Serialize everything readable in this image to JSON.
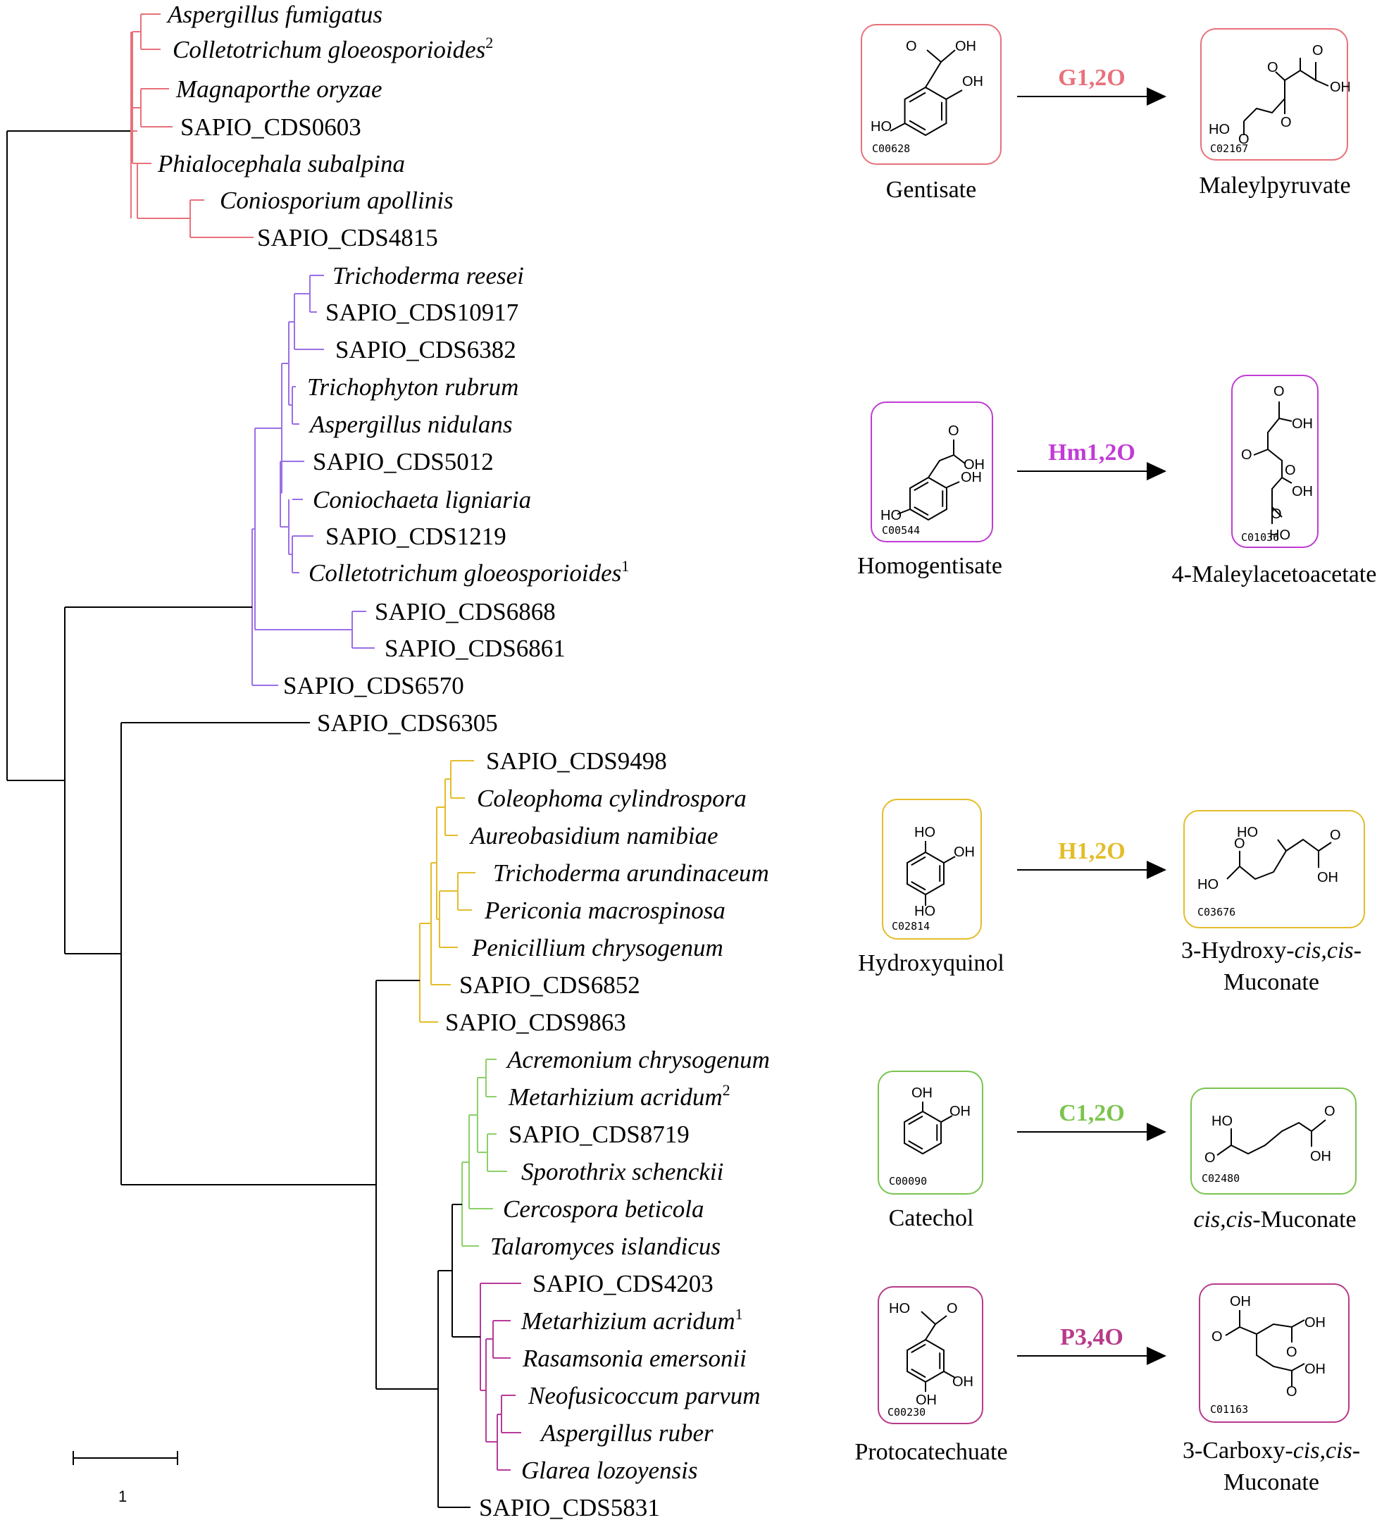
{
  "tree": {
    "colors": {
      "red": "#e8717b",
      "purple": "#9b6fe6",
      "yellow": "#e3bd2a",
      "green": "#8cd06a",
      "magenta": "#b83a9a",
      "black": "#000000"
    },
    "leaves": [
      {
        "name": "Aspergillus fumigatus",
        "italic": true,
        "sup": ""
      },
      {
        "name": "Colletotrichum gloeosporioides",
        "italic": true,
        "sup": "2"
      },
      {
        "name": "Magnaporthe oryzae",
        "italic": true,
        "sup": ""
      },
      {
        "name": "SAPIO_CDS0603",
        "italic": false,
        "sup": ""
      },
      {
        "name": "Phialocephala subalpina",
        "italic": true,
        "sup": ""
      },
      {
        "name": "Coniosporium apollinis",
        "italic": true,
        "sup": ""
      },
      {
        "name": "SAPIO_CDS4815",
        "italic": false,
        "sup": ""
      },
      {
        "name": "Trichoderma reesei",
        "italic": true,
        "sup": ""
      },
      {
        "name": "SAPIO_CDS10917",
        "italic": false,
        "sup": ""
      },
      {
        "name": "SAPIO_CDS6382",
        "italic": false,
        "sup": ""
      },
      {
        "name": "Trichophyton rubrum",
        "italic": true,
        "sup": ""
      },
      {
        "name": "Aspergillus nidulans",
        "italic": true,
        "sup": ""
      },
      {
        "name": "SAPIO_CDS5012",
        "italic": false,
        "sup": ""
      },
      {
        "name": "Coniochaeta ligniaria",
        "italic": true,
        "sup": ""
      },
      {
        "name": "SAPIO_CDS1219",
        "italic": false,
        "sup": ""
      },
      {
        "name": "Colletotrichum gloeosporioides",
        "italic": true,
        "sup": "1"
      },
      {
        "name": "SAPIO_CDS6868",
        "italic": false,
        "sup": ""
      },
      {
        "name": "SAPIO_CDS6861",
        "italic": false,
        "sup": ""
      },
      {
        "name": "SAPIO_CDS6570",
        "italic": false,
        "sup": ""
      },
      {
        "name": "SAPIO_CDS6305",
        "italic": false,
        "sup": ""
      },
      {
        "name": "SAPIO_CDS9498",
        "italic": false,
        "sup": ""
      },
      {
        "name": "Coleophoma cylindrospora",
        "italic": true,
        "sup": ""
      },
      {
        "name": "Aureobasidium namibiae",
        "italic": true,
        "sup": ""
      },
      {
        "name": "Trichoderma arundinaceum",
        "italic": true,
        "sup": ""
      },
      {
        "name": "Periconia macrospinosa",
        "italic": true,
        "sup": ""
      },
      {
        "name": "Penicillium chrysogenum",
        "italic": true,
        "sup": ""
      },
      {
        "name": "SAPIO_CDS6852",
        "italic": false,
        "sup": ""
      },
      {
        "name": "SAPIO_CDS9863",
        "italic": false,
        "sup": ""
      },
      {
        "name": "Acremonium chrysogenum",
        "italic": true,
        "sup": ""
      },
      {
        "name": "Metarhizium acridum",
        "italic": true,
        "sup": "2"
      },
      {
        "name": "SAPIO_CDS8719",
        "italic": false,
        "sup": ""
      },
      {
        "name": "Sporothrix schenckii",
        "italic": true,
        "sup": ""
      },
      {
        "name": "Cercospora beticola",
        "italic": true,
        "sup": ""
      },
      {
        "name": "Talaromyces islandicus",
        "italic": true,
        "sup": ""
      },
      {
        "name": "SAPIO_CDS4203",
        "italic": false,
        "sup": ""
      },
      {
        "name": "Metarhizium acridum",
        "italic": true,
        "sup": "1"
      },
      {
        "name": "Rasamsonia emersonii",
        "italic": true,
        "sup": ""
      },
      {
        "name": "Neofusicoccum parvum",
        "italic": true,
        "sup": ""
      },
      {
        "name": "Aspergillus ruber",
        "italic": true,
        "sup": ""
      },
      {
        "name": "Glarea lozoyensis",
        "italic": true,
        "sup": ""
      },
      {
        "name": "SAPIO_CDS5831",
        "italic": false,
        "sup": ""
      }
    ],
    "scale_label": "1"
  },
  "reactions": [
    {
      "enzyme": "G1,2O",
      "color": "#e8717b",
      "substrate": {
        "name": "Gentisate",
        "code": "C00628"
      },
      "product": {
        "name": "Maleylpyruvate",
        "code": "C02167"
      }
    },
    {
      "enzyme": "Hm1,2O",
      "color": "#c13bd6",
      "substrate": {
        "name": "Homogentisate",
        "code": "C00544"
      },
      "product": {
        "name": "4-Maleylacetoacetate",
        "code": "C01036"
      }
    },
    {
      "enzyme": "H1,2O",
      "color": "#e3bd2a",
      "substrate": {
        "name": "Hydroxyquinol",
        "code": "C02814"
      },
      "product": {
        "name_line1_a": "3-Hydroxy-",
        "name_line1_b": "cis,cis",
        "name_line1_c": "-",
        "name_line2": "Muconate",
        "code": "C03676"
      }
    },
    {
      "enzyme": "C1,2O",
      "color": "#7bc44f",
      "substrate": {
        "name": "Catechol",
        "code": "C00090"
      },
      "product": {
        "name_a": "cis,cis",
        "name_b": "-Muconate",
        "code": "C02480"
      }
    },
    {
      "enzyme": "P3,4O",
      "color": "#b83a8a",
      "substrate": {
        "name": "Protocatechuate",
        "code": "C00230"
      },
      "product": {
        "name_line1_a": "3-Carboxy-",
        "name_line1_b": "cis,cis",
        "name_line1_c": "-",
        "name_line2": "Muconate",
        "code": "C01163"
      }
    }
  ],
  "atoms": {
    "oh": "OH",
    "ho": "HO",
    "o": "O"
  }
}
